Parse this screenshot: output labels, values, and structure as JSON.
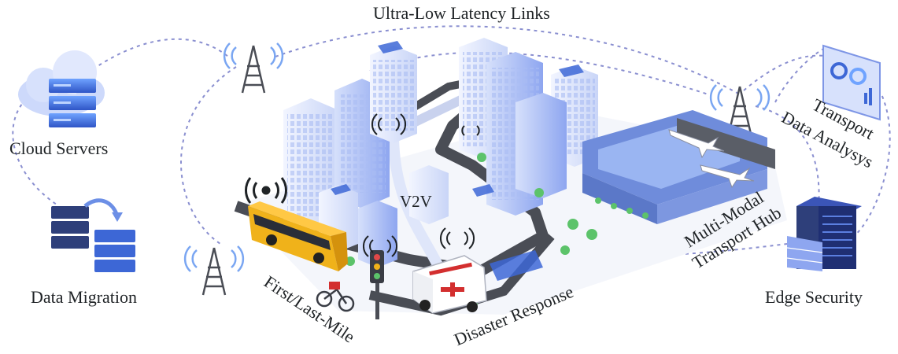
{
  "labels": {
    "top_links": "Ultra-Low Latency Links",
    "cloud_servers": "Cloud Servers",
    "data_migration": "Data Migration",
    "v2v": "V2V",
    "first_last_mile": "First/Last-Mile",
    "disaster_response": "Disaster Response",
    "multi_modal_1": "Multi-Modal",
    "multi_modal_2": "Transport Hub",
    "transport_1": "Transport",
    "transport_2": "Data Analysys",
    "edge_security": "Edge Security"
  },
  "colors": {
    "dashed_link": "#8a8fd0",
    "building_light": "#e6ebfb",
    "building_blue": "#8ea6f0",
    "road": "#4a4d55",
    "server_blue": "#3d67d6",
    "bus_yellow": "#f0b21a",
    "ambulance_red": "#d32f2f",
    "tree_green": "#5cc36a"
  },
  "icons": [
    "cloud-server-icon",
    "data-migration-icon",
    "tower-icon",
    "edge-security-icon",
    "transport-analysis-icon",
    "bus-icon",
    "ambulance-icon",
    "airplane-icon",
    "traffic-light-icon",
    "wifi-signal-icon"
  ]
}
